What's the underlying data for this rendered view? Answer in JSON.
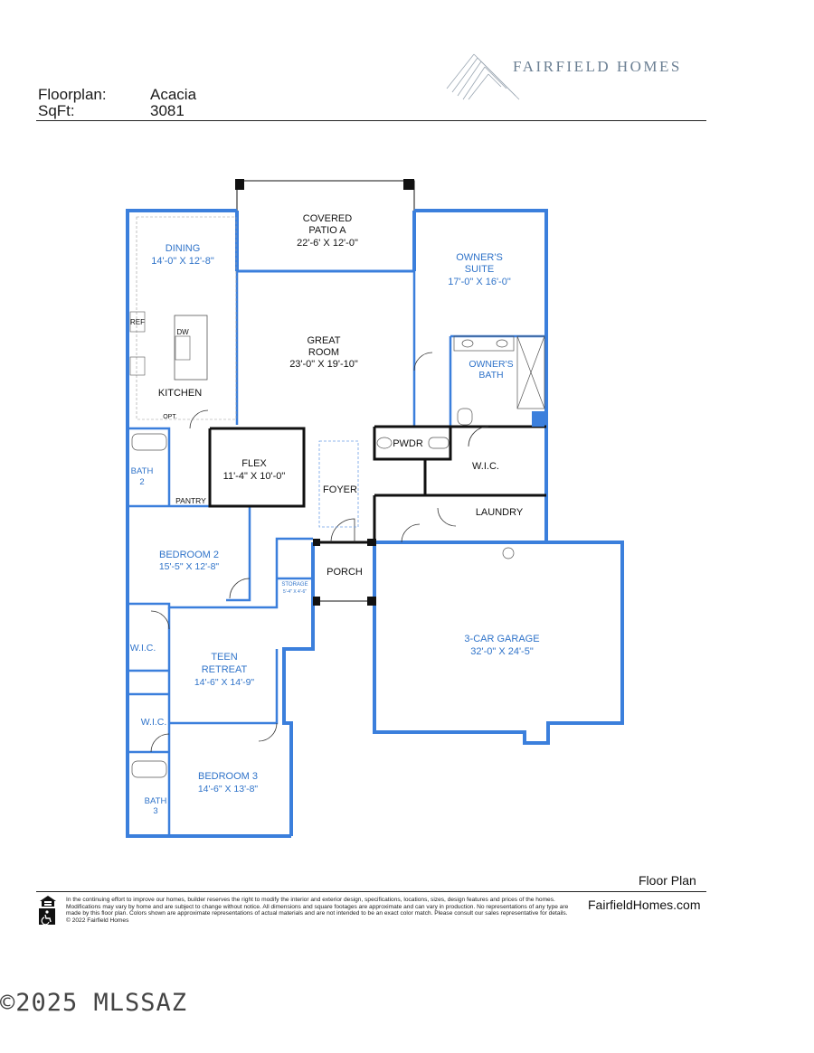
{
  "header": {
    "floorplan_label": "Floorplan:",
    "floorplan_value": "Acacia",
    "sqft_label": "SqFt:",
    "sqft_value": "3081",
    "brand": "FAIRFIELD HOMES"
  },
  "colors": {
    "wall_blue": "#3b7fdc",
    "wall_black": "#111111",
    "label_blue": "#2f73c9",
    "brand_gray": "#6b7f93"
  },
  "rooms": {
    "dining": {
      "name": "DINING",
      "dims": "14'-0\" X 12'-8\""
    },
    "covered_patio": {
      "name_line1": "COVERED",
      "name_line2": "PATIO A",
      "dims": "22'-6' X 12'-0\""
    },
    "owners_suite": {
      "name_line1": "OWNER'S",
      "name_line2": "SUITE",
      "dims": "17'-0\" X 16'-0\""
    },
    "great_room": {
      "name_line1": "GREAT",
      "name_line2": "ROOM",
      "dims": "23'-0\" X 19'-10\""
    },
    "owners_bath": {
      "name_line1": "OWNER'S",
      "name_line2": "BATH"
    },
    "kitchen": {
      "name": "KITCHEN"
    },
    "ref": "REF",
    "dw": "DW",
    "opt": "OPT.",
    "pwdr": "PWDR",
    "flex": {
      "name": "FLEX",
      "dims": "11'-4\" X 10'-0\""
    },
    "foyer": "FOYER",
    "wic_owner": "W.I.C.",
    "bath2": {
      "line1": "BATH",
      "line2": "2"
    },
    "pantry": "PANTRY",
    "laundry": "LAUNDRY",
    "bedroom2": {
      "name": "BEDROOM 2",
      "dims": "15'-5\" X 12'-8\""
    },
    "porch": "PORCH",
    "storage": {
      "name": "STORAGE",
      "dims": "5'-4\" X 4'-6\""
    },
    "garage": {
      "name": "3-CAR GARAGE",
      "dims": "32'-0\" X 24'-5\""
    },
    "wic_bed2": "W.I.C.",
    "teen_retreat": {
      "name_line1": "TEEN",
      "name_line2": "RETREAT",
      "dims": "14'-6\" X 14'-9\""
    },
    "wic_bed3": "W.I.C.",
    "bedroom3": {
      "name": "BEDROOM 3",
      "dims": "14'-6\" X 13'-8\""
    },
    "bath3": {
      "line1": "BATH",
      "line2": "3"
    }
  },
  "footer": {
    "title": "Floor Plan",
    "disclaimer": "In the continuing effort to improve our homes, builder reserves the right to modify the interior and exterior design, specifications, locations, sizes, design features and prices of the homes. Modifications may vary by home and are subject to change without notice. All dimensions and square footages are approximate and can vary in production. No representations of any type are made by this floor plan. Colors shown are approximate representations of actual materials and are not intended to be an exact color match. Please consult our sales representative for details. © 2022 Fairfield Homes",
    "website": "FairfieldHomes.com",
    "icons": [
      "equal-housing-icon",
      "accessibility-icon"
    ]
  },
  "watermark": "©2025 MLSSAZ"
}
